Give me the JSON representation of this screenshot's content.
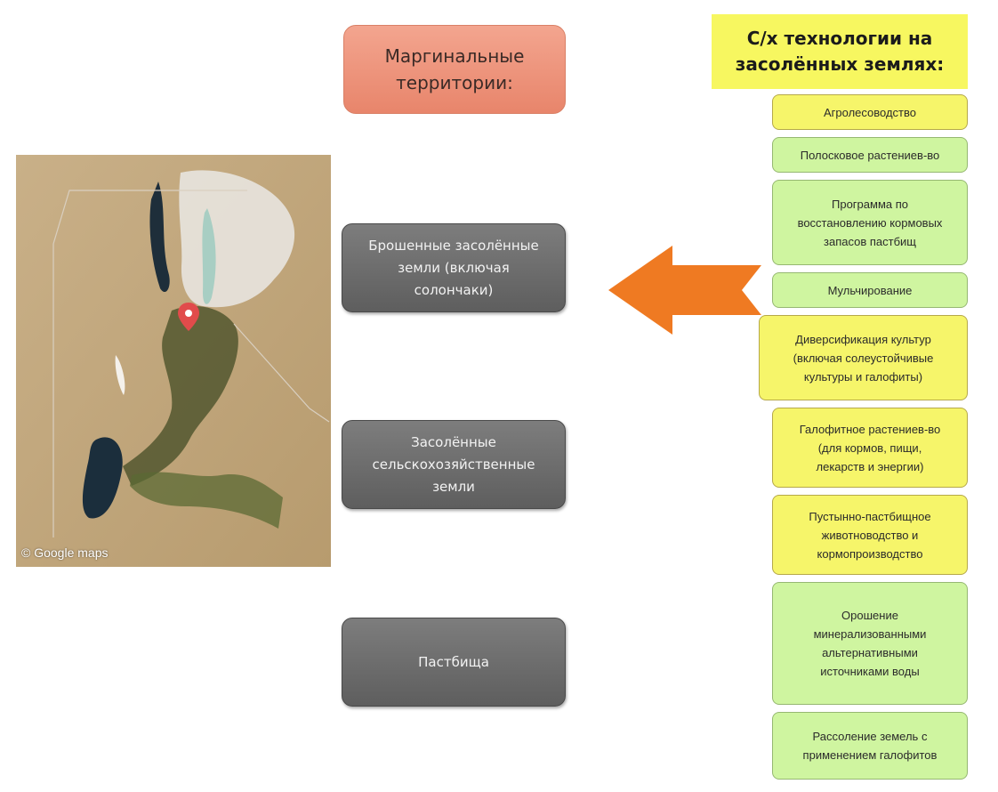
{
  "marginal": {
    "title": "Маргинальные\nтерритории:",
    "items": [
      "Брошенные засолённые\nземли (включая\nсолончаки)",
      "Засолённые\nсельскохозяйственные\nземли",
      "Пастбища"
    ]
  },
  "map": {
    "caption": "© Google maps",
    "pin_color": "#e14b4b"
  },
  "arrow": {
    "color": "#ef7a22"
  },
  "tech": {
    "header": "С/х технологии на\nзасолённых землях:",
    "items": [
      "Агролесоводство",
      "Полосковое растениев-во",
      "Программа по\nвосстановлению кормовых\nзапасов пастбищ",
      "Мульчирование",
      "Диверсификация культур\n(включая солеустойчивые\nкультуры и галофиты)",
      "Галофитное растениев-во\n(для кормов, пищи,\nлекарств и энергии)",
      "Пустынно-пастбищное\nживотноводство и\nкормопроизводство",
      "Орошение\nминерализованными\nальтернативными\nисточниками воды",
      "Рассоление земель с\nприменением галофитов"
    ]
  }
}
